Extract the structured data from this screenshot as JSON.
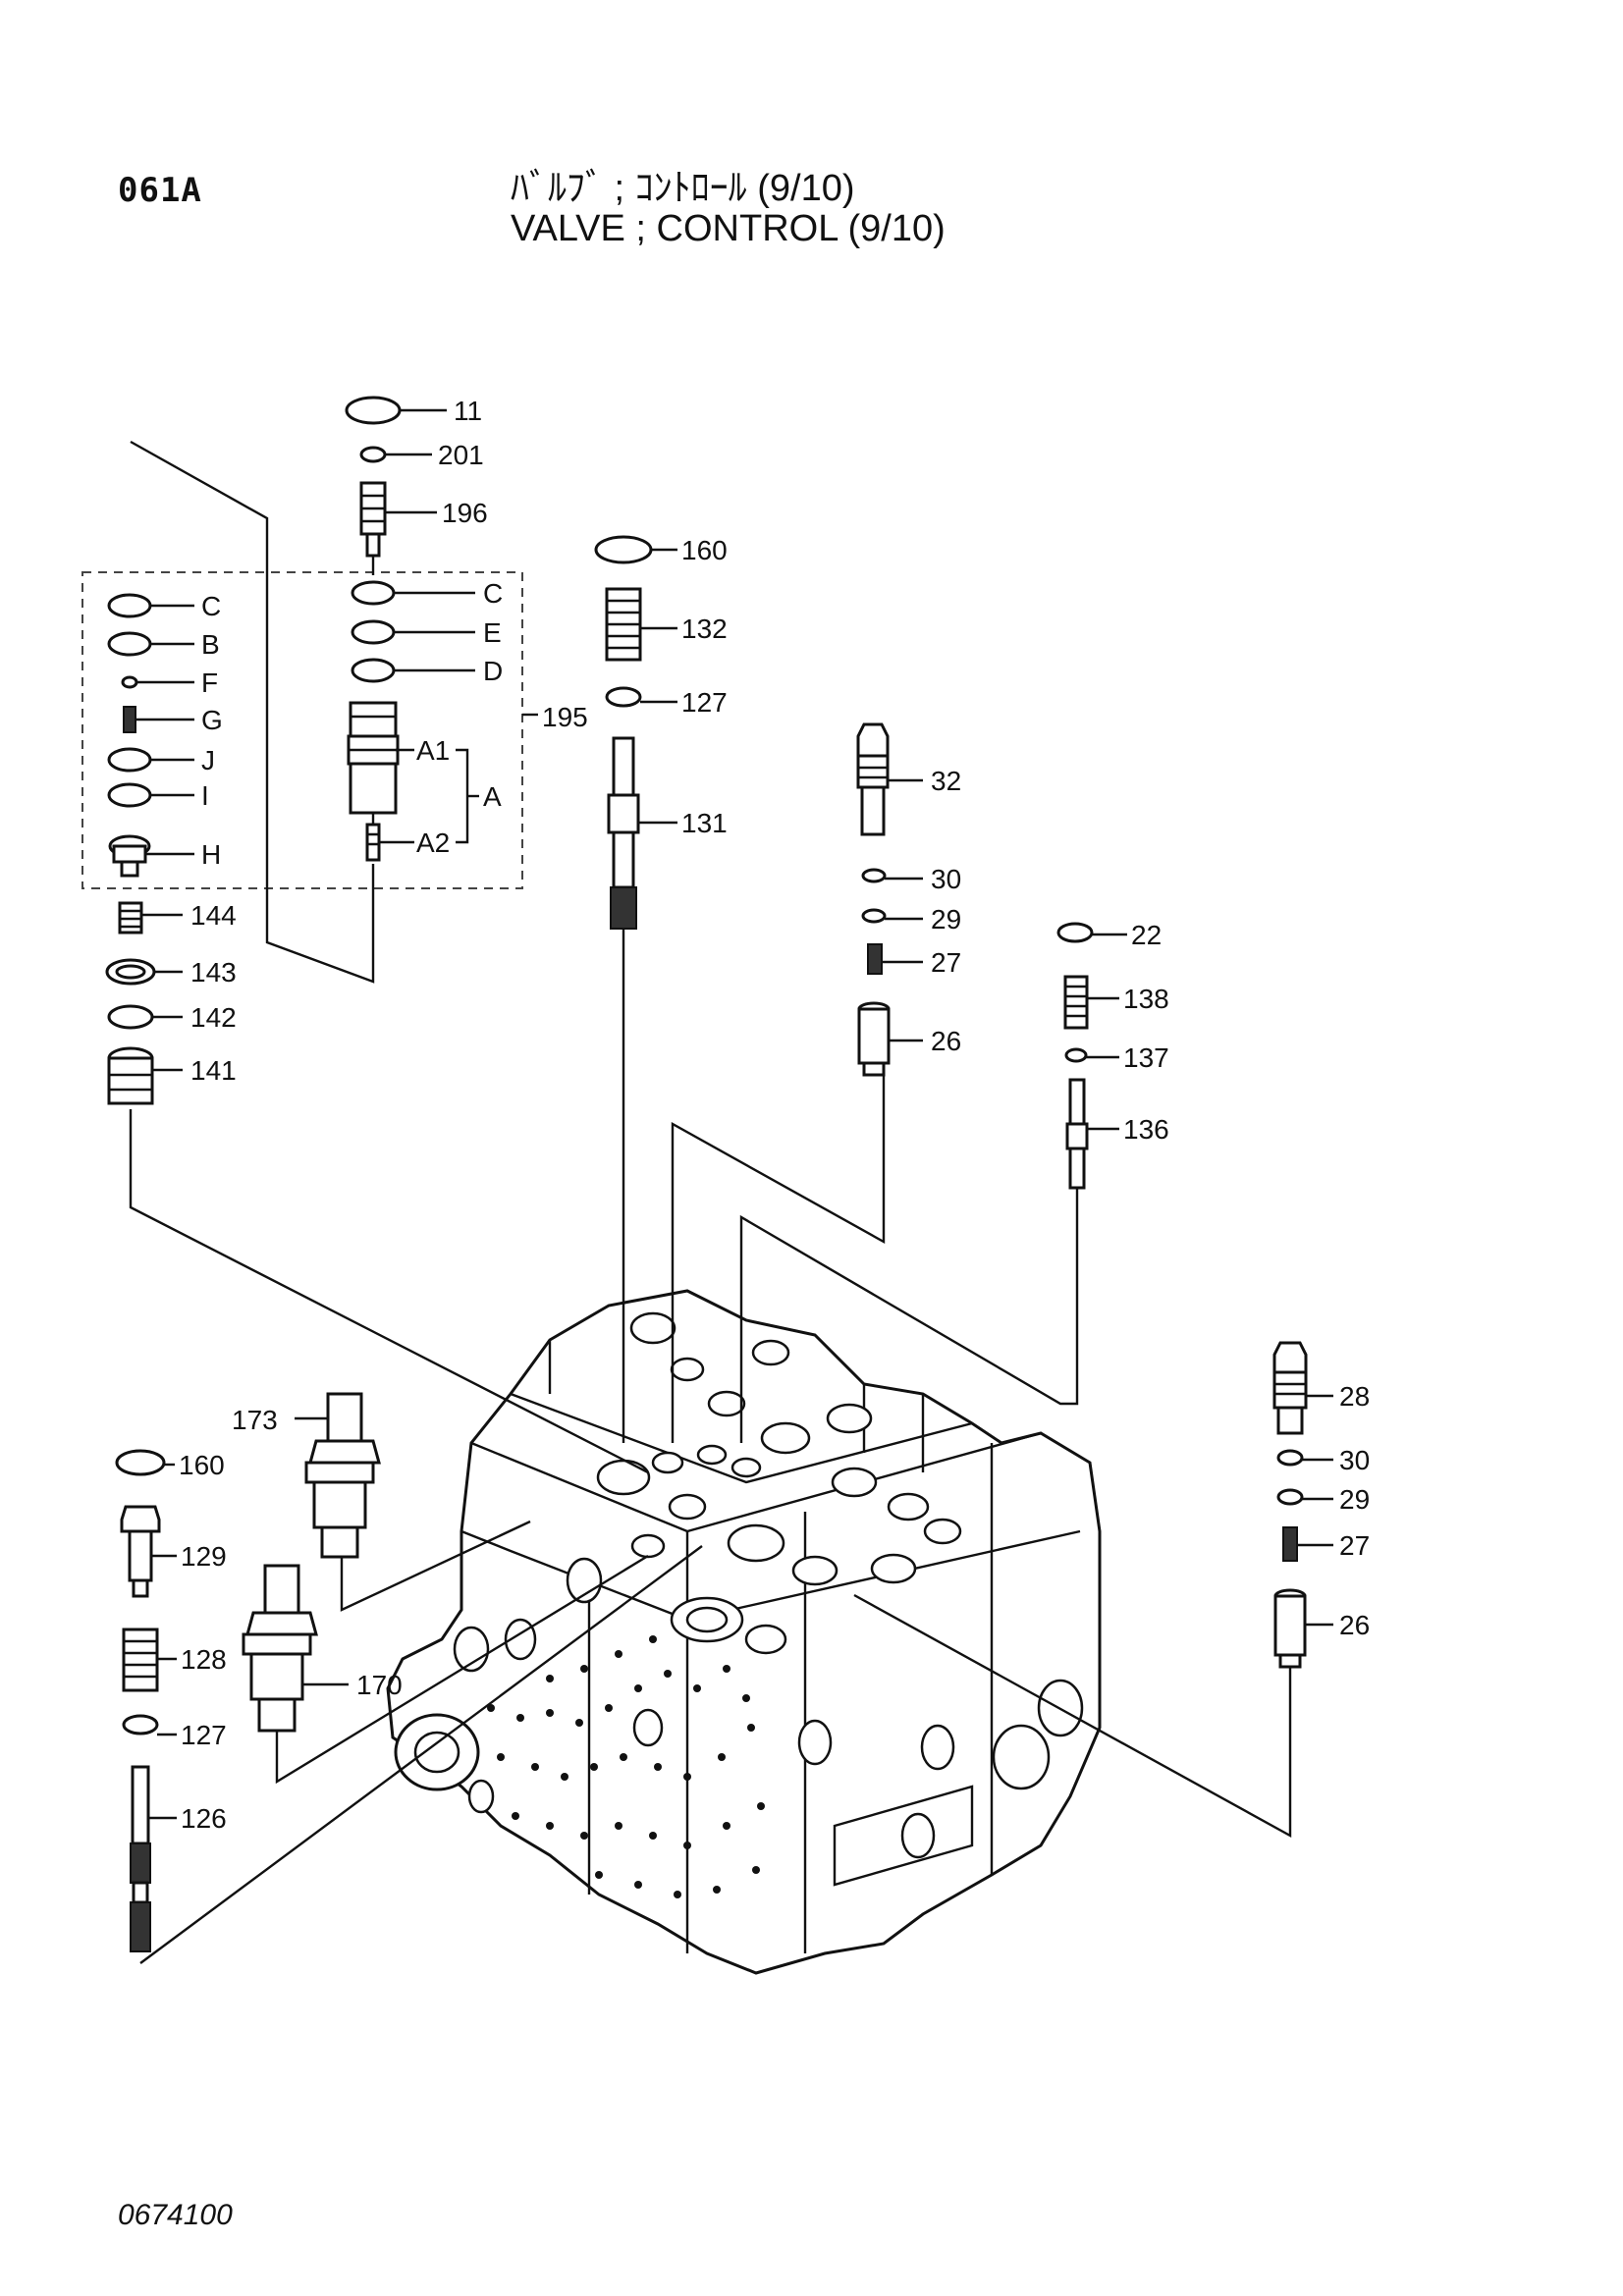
{
  "header": {
    "page_code": "061A",
    "title_jp": "ﾊﾞﾙﾌﾞ ; ｺﾝﾄﾛｰﾙ (9/10)",
    "title_en": "VALVE ; CONTROL (9/10)"
  },
  "footer": {
    "drawing_number": "0674100"
  },
  "labels": {
    "p11": "11",
    "p201": "201",
    "p196": "196",
    "pC1": "C",
    "pB": "B",
    "pF": "F",
    "pG": "G",
    "pJ": "J",
    "pI": "I",
    "pH": "H",
    "pC2": "C",
    "pE": "E",
    "pD": "D",
    "pA1": "A1",
    "pA2": "A2",
    "pA": "A",
    "p195": "195",
    "p144": "144",
    "p143": "143",
    "p142": "142",
    "p141": "141",
    "p160a": "160",
    "p132": "132",
    "p127a": "127",
    "p131": "131",
    "p32": "32",
    "p30a": "30",
    "p29a": "29",
    "p27a": "27",
    "p26a": "26",
    "p22": "22",
    "p138": "138",
    "p137": "137",
    "p136": "136",
    "p173": "173",
    "p160b": "160",
    "p129": "129",
    "p128": "128",
    "p127b": "127",
    "p126": "126",
    "p170": "170",
    "p28": "28",
    "p30b": "30",
    "p29b": "29",
    "p27b": "27",
    "p26b": "26"
  }
}
